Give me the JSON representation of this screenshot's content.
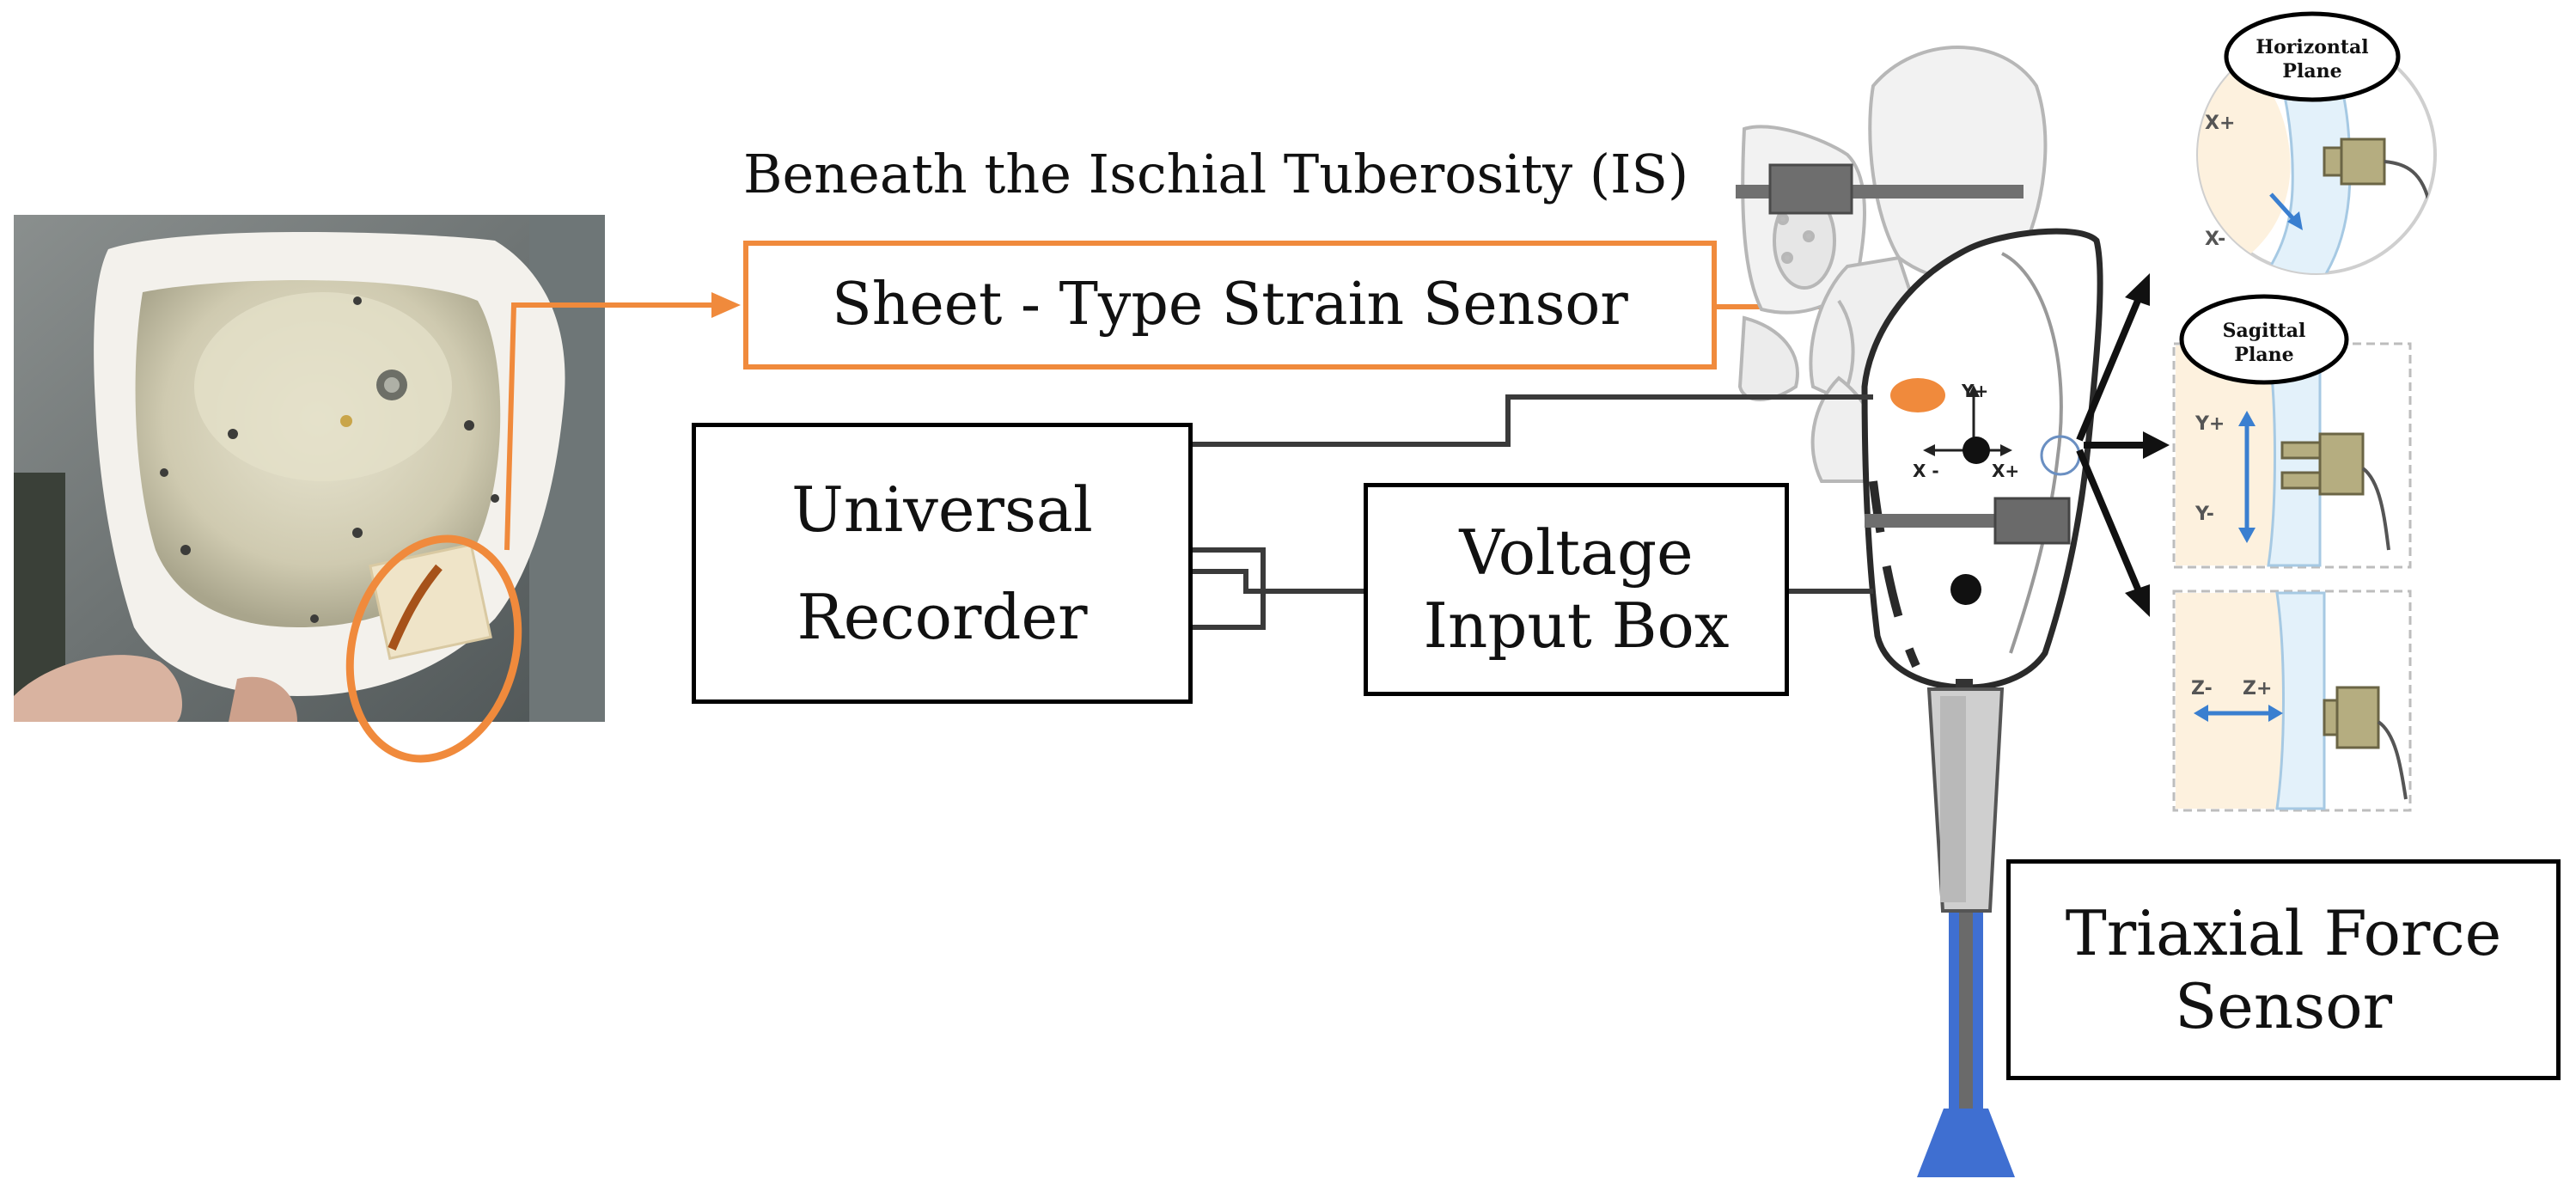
{
  "labels": {
    "ischial": "Beneath the Ischial Tuberosity (IS)",
    "strain_sensor": "Sheet - Type Strain Sensor",
    "recorder_line1": "Universal",
    "recorder_line2": "Recorder",
    "voltage_line1": "Voltage",
    "voltage_line2": "Input Box",
    "triaxial_line1": "Triaxial Force",
    "triaxial_line2": "Sensor"
  },
  "socket_axes": {
    "y_plus": "Y+",
    "x_minus": "X -",
    "x_plus": "X+"
  },
  "planes": {
    "horizontal_line1": "Horizontal",
    "horizontal_line2": "Plane",
    "sagittal_line1": "Sagittal",
    "sagittal_line2": "Plane",
    "h_x_plus": "X+",
    "h_x_minus": "X-",
    "s_y_plus": "Y+",
    "s_y_minus": "Y-",
    "c_z_minus": "Z-",
    "c_z_plus": "Z+"
  },
  "colors": {
    "accent_orange": "#f08a3c",
    "line_dark": "#3a3a3a",
    "sensor_olive": "#b5ad80",
    "foot_blue": "#3f6fd1",
    "axis_blue": "#3a7fd0"
  }
}
